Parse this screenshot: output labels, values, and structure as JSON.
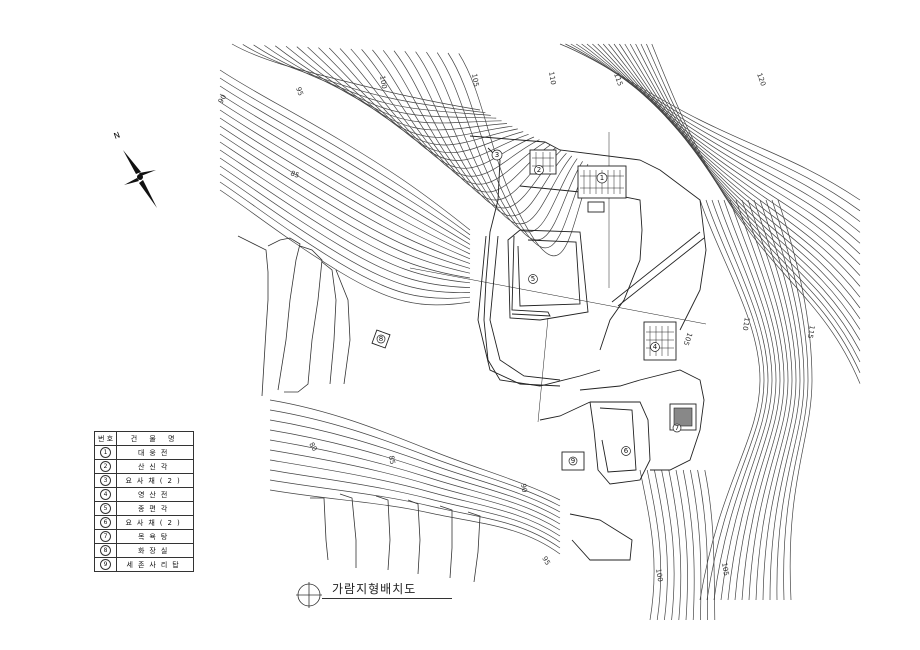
{
  "map": {
    "title": "가람지형배치도",
    "north_label": "N",
    "contour_labels": [
      "90",
      "95",
      "100",
      "105",
      "110",
      "115",
      "120",
      "85",
      "80",
      "85",
      "90",
      "95",
      "100",
      "105",
      "110",
      "105",
      "115"
    ],
    "building_numbers": [
      "1",
      "2",
      "3",
      "4",
      "5",
      "6",
      "7",
      "8",
      "9"
    ]
  },
  "legend": {
    "header": [
      "번 호",
      "건 물 명"
    ],
    "rows": [
      {
        "no": "1",
        "name": "대웅전"
      },
      {
        "no": "2",
        "name": "산신각"
      },
      {
        "no": "3",
        "name": "요사채(2)"
      },
      {
        "no": "4",
        "name": "영산전"
      },
      {
        "no": "5",
        "name": "종편각"
      },
      {
        "no": "6",
        "name": "요사채(2)"
      },
      {
        "no": "7",
        "name": "목욕탕"
      },
      {
        "no": "8",
        "name": "화장실"
      },
      {
        "no": "9",
        "name": "세존사리탑"
      }
    ]
  }
}
